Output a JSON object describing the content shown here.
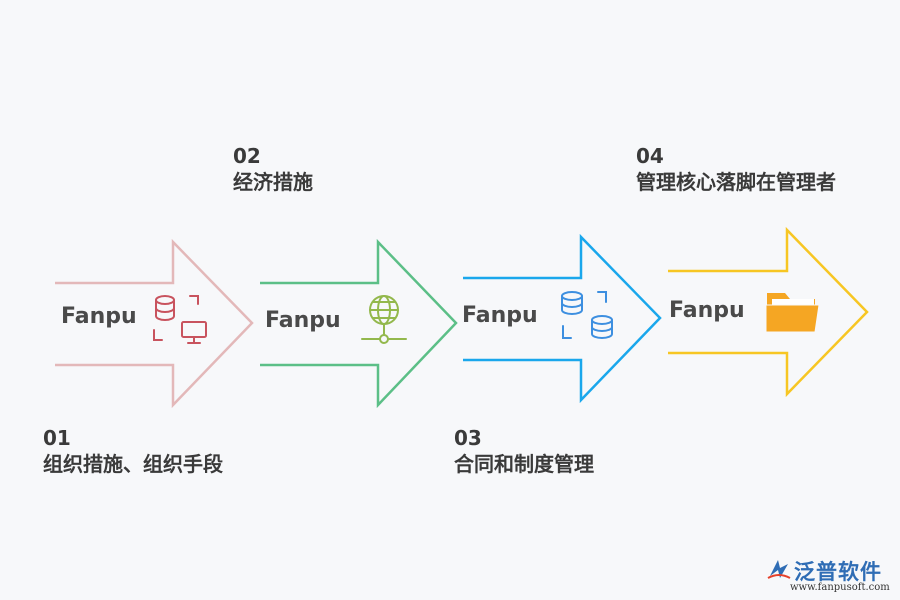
{
  "steps": [
    {
      "number": "01",
      "text": "组织措施、组织手段",
      "brand": "Fanpu",
      "color": "#e3b8b9",
      "icon_color": "#c8535e",
      "icon": "database-monitor-icon"
    },
    {
      "number": "02",
      "text": "经济措施",
      "brand": "Fanpu",
      "color": "#5cbf87",
      "icon_color": "#93b84c",
      "icon": "globe-network-icon"
    },
    {
      "number": "03",
      "text": "合同和制度管理",
      "brand": "Fanpu",
      "color": "#1aa7ec",
      "icon_color": "#3d8fe0",
      "icon": "database-sync-icon"
    },
    {
      "number": "04",
      "text": "管理核心落脚在管理者",
      "brand": "Fanpu",
      "color": "#f7c623",
      "icon_color": "#f5a623",
      "icon": "folder-icon"
    }
  ],
  "logo": {
    "name": "泛普软件",
    "url": "www.fanpusoft.com",
    "color": "#2f6db5"
  }
}
